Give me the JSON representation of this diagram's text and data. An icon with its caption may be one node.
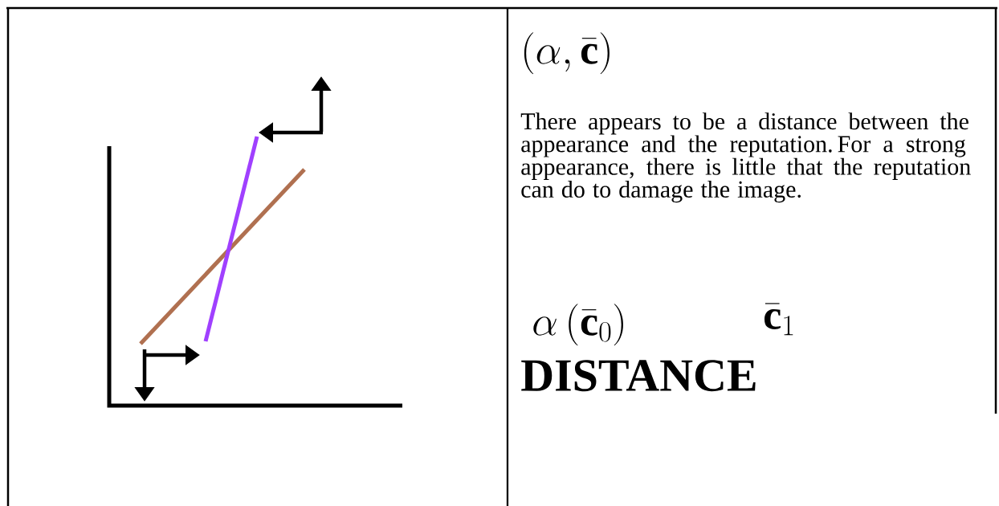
{
  "diagram": {
    "labels": [
      "(\\alpha,\\bar{\\mathbf{c}})",
      "There appears to be a distance between the appearance and the reputation.  For a strong appearance, there is little that the reputation can do to damage the image.",
      "\\alpha\\,(\\bar{\\mathbf{c}}_0)",
      "\\bar{\\mathbf{c}}_1",
      "DISTANCE"
    ]
  }
}
